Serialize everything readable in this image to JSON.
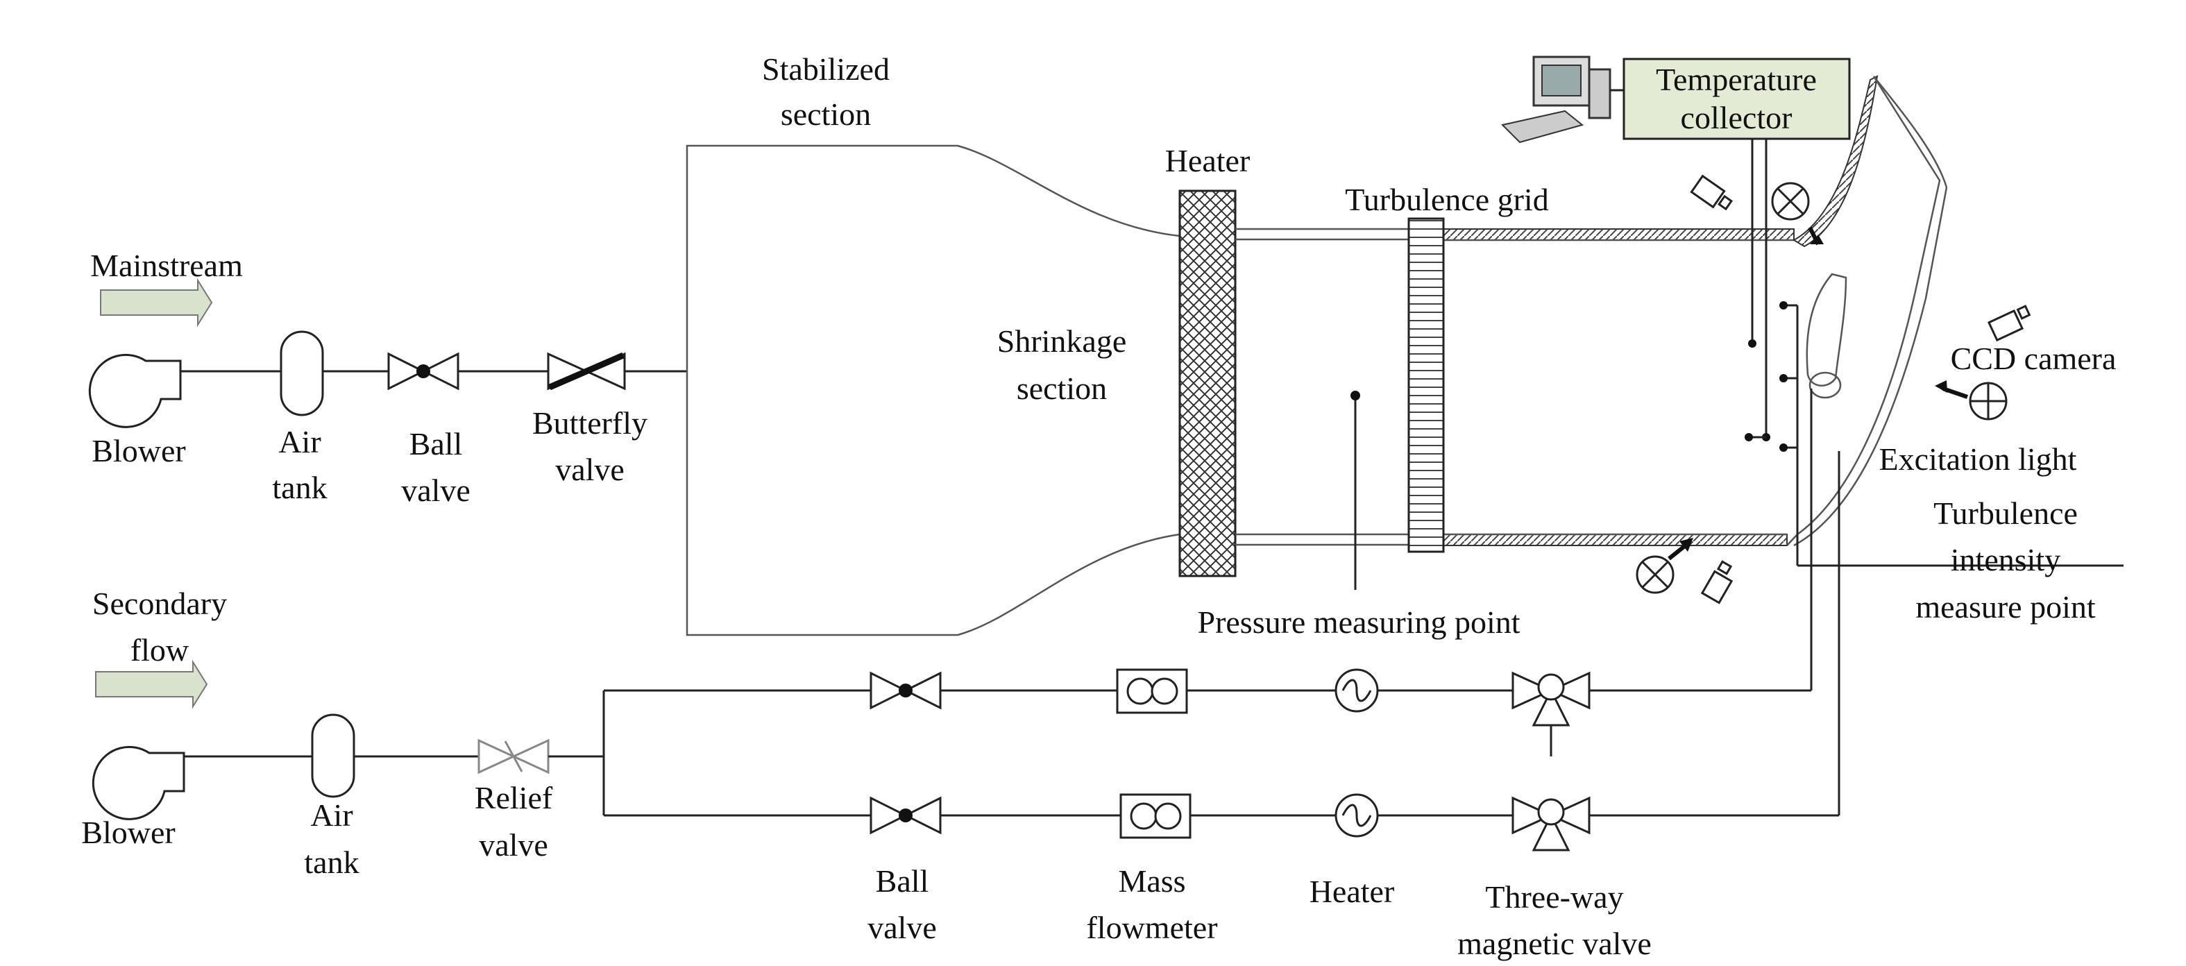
{
  "labels": {
    "stabilized": [
      "Stabilized",
      "section"
    ],
    "heater_top": "Heater",
    "turbulence_grid": "Turbulence grid",
    "temperature_collector": [
      "Temperature",
      "collector"
    ],
    "mainstream": "Mainstream",
    "shrinkage": [
      "Shrinkage",
      "section"
    ],
    "ccd_camera": "CCD camera",
    "blower_top": "Blower",
    "air_tank_top": [
      "Air",
      "tank"
    ],
    "ball_valve_top": [
      "Ball",
      "valve"
    ],
    "butterfly_valve": [
      "Butterfly",
      "valve"
    ],
    "excitation_light": "Excitation light",
    "turbulence_point": [
      "Turbulence",
      "intensity",
      "measure point"
    ],
    "secondary_flow": [
      "Secondary",
      "flow"
    ],
    "pressure_point": "Pressure measuring point",
    "blower_bottom": "Blower",
    "air_tank_bottom": [
      "Air",
      "tank"
    ],
    "relief_valve": [
      "Relief",
      "valve"
    ],
    "ball_valve_bottom": [
      "Ball",
      "valve"
    ],
    "mass_flowmeter": [
      "Mass",
      "flowmeter"
    ],
    "heater_bottom": "Heater",
    "three_way_valve": [
      "Three-way",
      "magnetic valve"
    ]
  },
  "colors": {
    "arrow_fill": "#d9e2cc",
    "collector_fill": "#e3ebd5",
    "line": "#222222"
  }
}
